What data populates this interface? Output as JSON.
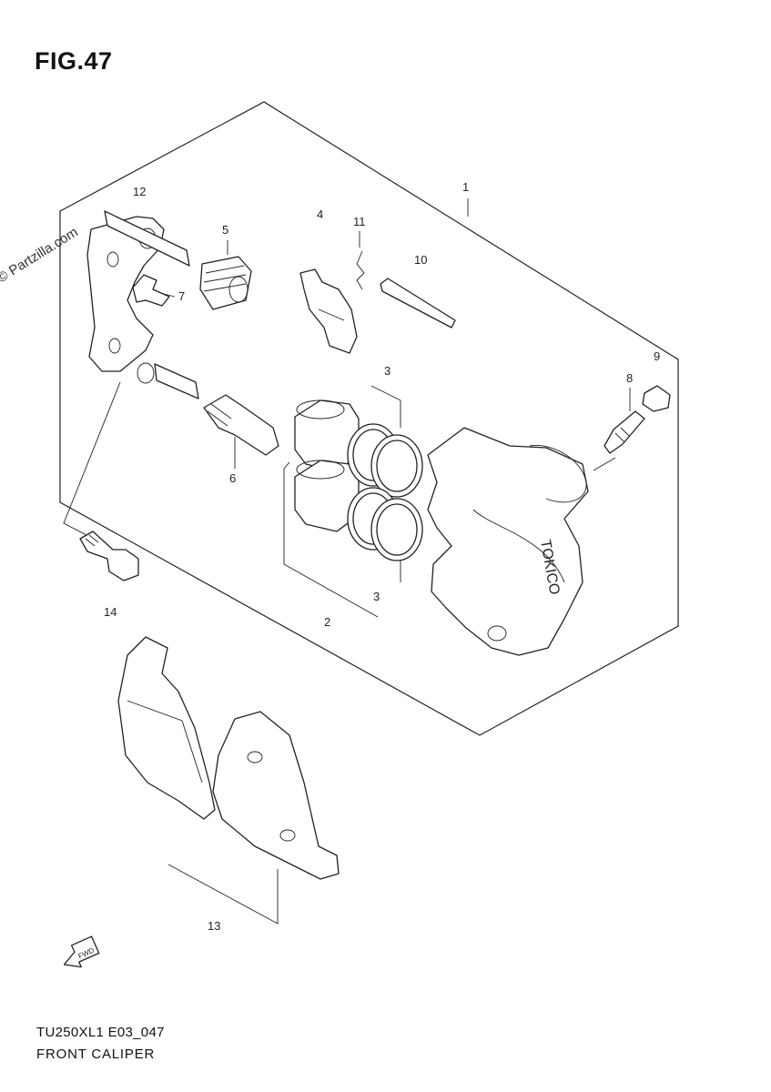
{
  "figure": {
    "title": "FIG.47",
    "watermark": "© Partzilla.com",
    "footer_code": "TU250XL1 E03_047",
    "footer_name": "FRONT CALIPER",
    "fwd_label": "FWD",
    "callouts": [
      "12",
      "5",
      "4",
      "11",
      "10",
      "1",
      "7",
      "9",
      "8",
      "3",
      "6",
      "3",
      "2",
      "14",
      "13"
    ]
  }
}
